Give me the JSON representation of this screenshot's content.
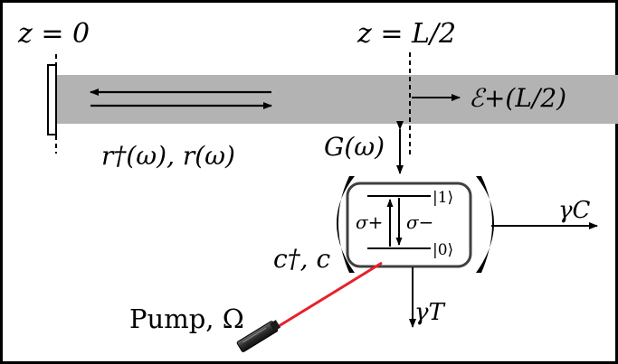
{
  "labels": {
    "z_left": "z = 0",
    "z_mid": "z = L/2",
    "reflection": "r†(ω), r(ω)",
    "output_field": "ℰ+(L/2)",
    "coupling": "G(ω)",
    "cavity_ops": "c†, c",
    "level_excited": "|1⟩",
    "level_ground": "|0⟩",
    "sigma_plus": "σ+",
    "sigma_minus": "σ−",
    "gamma_c": "γC",
    "gamma_t": "γT",
    "pump": "Pump, Ω"
  },
  "colors": {
    "waveguide": "#b3b3b3",
    "pump_beam": "#e8202a",
    "laser_body": "#3a3a3a",
    "ink": "#000000"
  }
}
